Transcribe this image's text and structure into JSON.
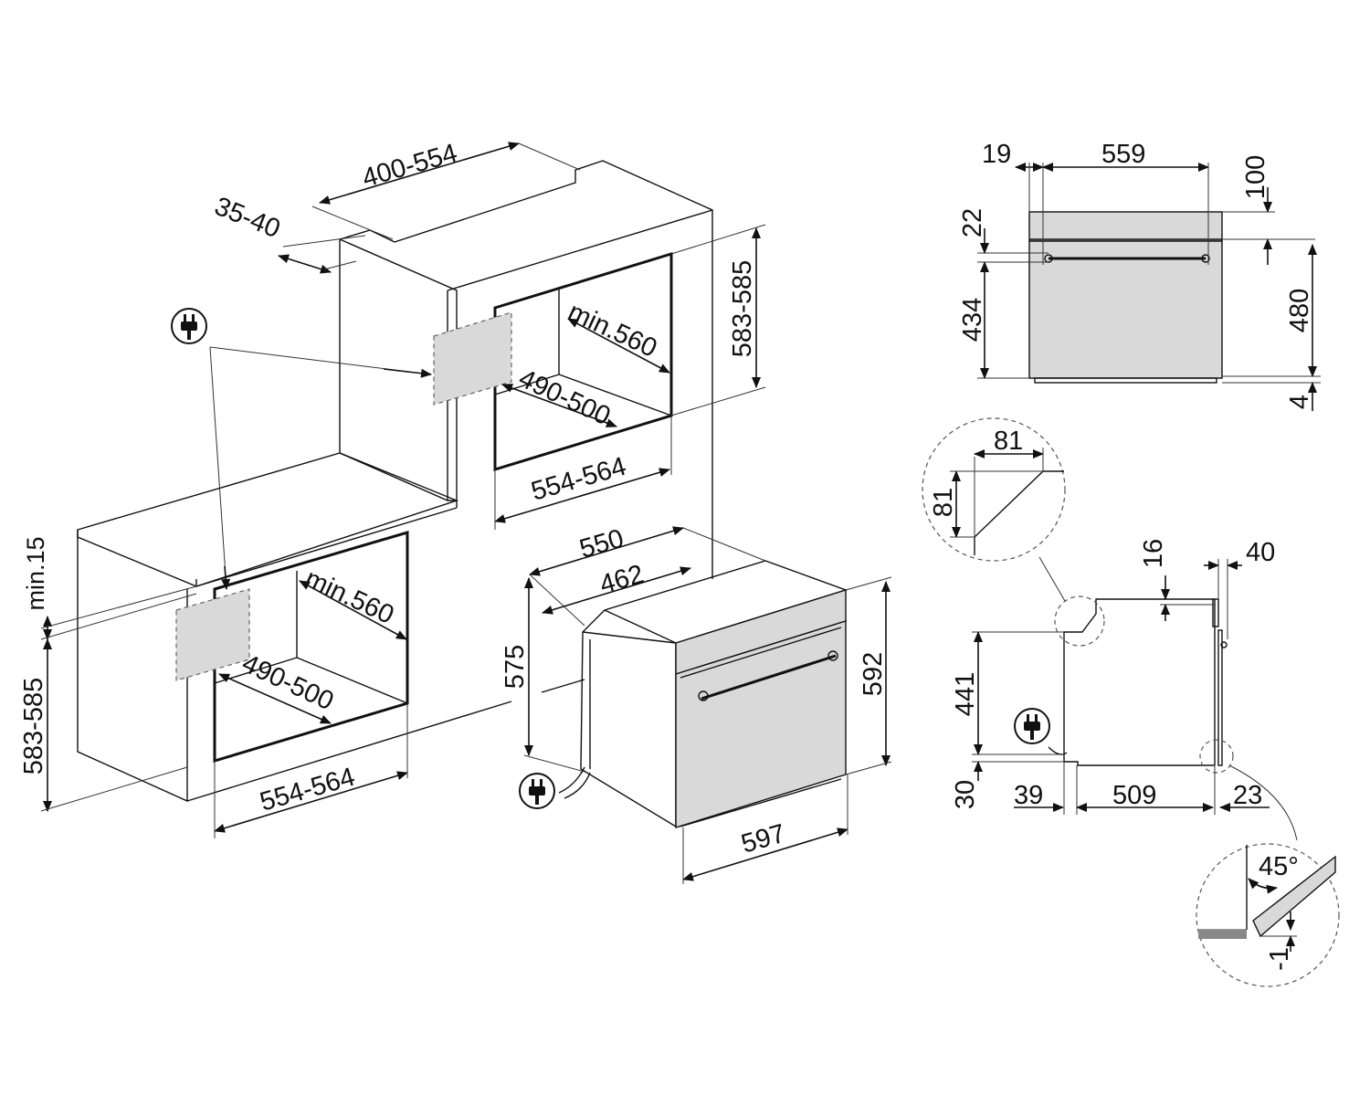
{
  "colors": {
    "line": "#111111",
    "panel": "#d9d9d9",
    "background": "#ffffff"
  },
  "icons": [
    "plug-icon"
  ],
  "left_view": {
    "upper_niche": {
      "depth_top": "400-554",
      "back_gap": "35-40",
      "height": "583-585",
      "inner_depth": "min.560",
      "inner_height": "490-500",
      "width": "554-564"
    },
    "lower_niche": {
      "worktop_gap": "min.15",
      "height": "583-585",
      "inner_depth": "min.560",
      "inner_height": "490-500",
      "width": "554-564"
    },
    "oven": {
      "depth": "550",
      "body_depth": "462",
      "body_height": "575",
      "height": "592",
      "width": "597"
    }
  },
  "front_view": {
    "side": "19",
    "width": "559",
    "top": "100",
    "panel": "22",
    "door": "434",
    "height": "480",
    "bottom": "4"
  },
  "side_view": {
    "top_gap": "16",
    "front": "40",
    "height": "441",
    "bottom": "30",
    "back": "39",
    "depth": "509",
    "door": "23"
  },
  "detail_chamfer": {
    "horizontal": "81",
    "vertical": "81"
  },
  "detail_door": {
    "angle": "45°",
    "offset": "-1"
  }
}
